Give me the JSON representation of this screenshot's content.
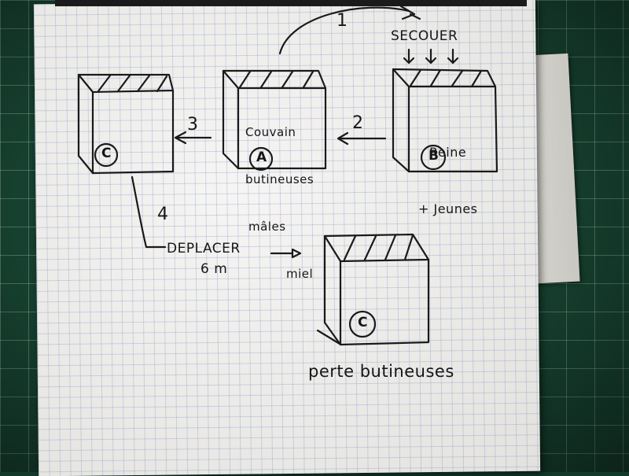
{
  "steps": {
    "step1": "1",
    "step2": "2",
    "step3": "3",
    "step4": "4"
  },
  "labels": {
    "secouer": "SECOUER",
    "deplacer": "DEPLACER",
    "distance": "6 m",
    "perte": "perte butineuses"
  },
  "hives": {
    "a": {
      "letter": "A",
      "lines": [
        "Couvain",
        "butineuses",
        "mâles",
        "miel"
      ]
    },
    "b": {
      "letter": "B",
      "lines": [
        "Reine",
        "+ Jeunes"
      ]
    },
    "c1": {
      "letter": "C"
    },
    "c2": {
      "letter": "C"
    }
  }
}
